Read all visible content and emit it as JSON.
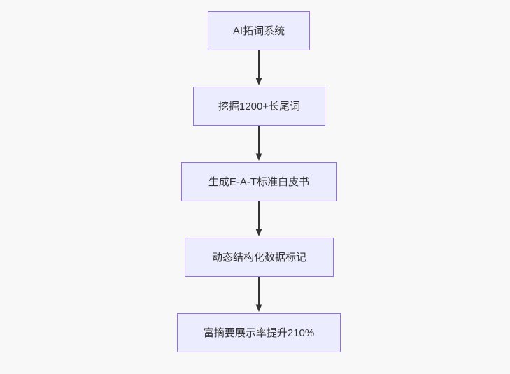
{
  "flowchart": {
    "type": "flowchart-top-down",
    "nodes": [
      {
        "label": "AI拓词系统"
      },
      {
        "label": "挖掘1200+长尾词"
      },
      {
        "label": "生成E-A-T标准白皮书"
      },
      {
        "label": "动态结构化数据标记"
      },
      {
        "label": "富摘要展示率提升210%"
      }
    ],
    "edges": [
      {
        "from": 0,
        "to": 1
      },
      {
        "from": 1,
        "to": 2
      },
      {
        "from": 2,
        "to": 3
      },
      {
        "from": 3,
        "to": 4
      }
    ],
    "colors": {
      "node_fill": "#ECECFF",
      "node_border": "#9370DB",
      "edge": "#333333",
      "text": "#333333",
      "background": "#f8f8f8"
    }
  }
}
